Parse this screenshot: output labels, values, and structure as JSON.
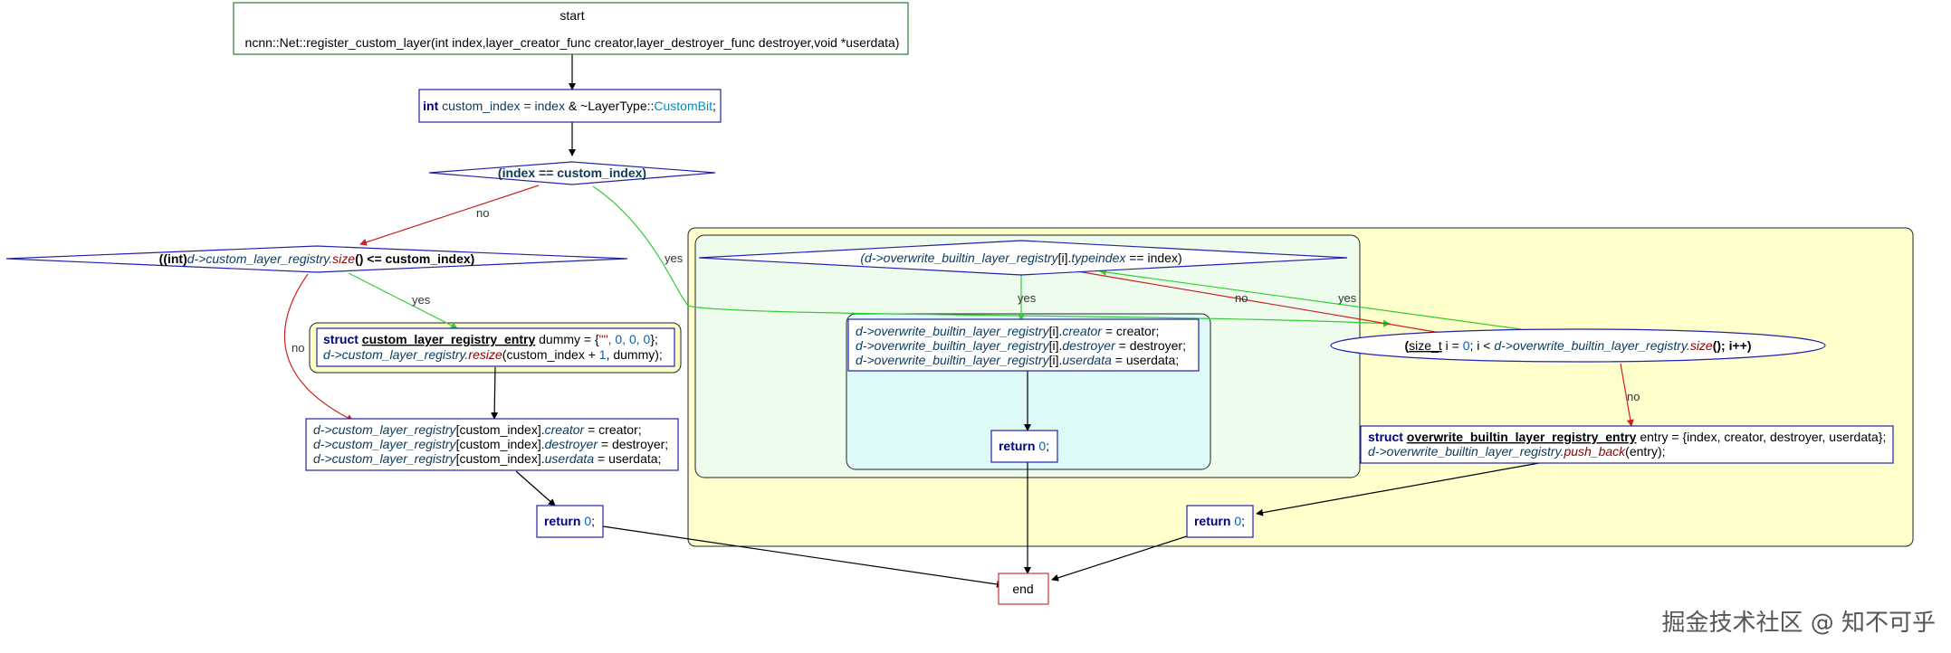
{
  "nodes": {
    "start": {
      "line1": "start",
      "line2": "ncnn::Net::register_custom_layer(int index,layer_creator_func creator,layer_destroyer_func destroyer,void *userdata)"
    },
    "custom_index": {
      "kw": "int",
      "a": "custom_index = ",
      "b": "index",
      "c": " & ~LayerType::",
      "d": "CustomBit",
      "e": ";"
    },
    "cond_equal": {
      "text": "(index == custom_index)"
    },
    "cond_size": {
      "a": "((int)",
      "b": "d->custom_layer_registry.",
      "c": "size",
      "d": "() <= custom_index)"
    },
    "resize": {
      "line1": {
        "kw": "struct",
        "typ": "custom_layer_registry_entry",
        "rest": " dummy = {",
        "str": "\"\"",
        "nums": ", 0, 0, 0",
        "end": "};"
      },
      "line2": {
        "var": "d->custom_layer_registry.",
        "fn": "resize",
        "rest": "(custom_index + ",
        "num": "1",
        "end": ", dummy);"
      }
    },
    "assign_custom": {
      "l1": {
        "var": "d->custom_layer_registry",
        "mid": "[custom_index].",
        "field": "creator",
        "rest": " = creator;"
      },
      "l2": {
        "var": "d->custom_layer_registry",
        "mid": "[custom_index].",
        "field": "destroyer",
        "rest": " = destroyer;"
      },
      "l3": {
        "var": "d->custom_layer_registry",
        "mid": "[custom_index].",
        "field": "userdata",
        "rest": " = userdata;"
      }
    },
    "return_left": {
      "kw": "return",
      "num": " 0",
      "end": ";"
    },
    "end": {
      "text": "end"
    },
    "cond_typeindex": {
      "var": "(d->overwrite_builtin_layer_registry",
      "mid": "[i].",
      "field": "typeindex",
      "rest": " == index)"
    },
    "assign_builtin": {
      "l1": {
        "var": "d->overwrite_builtin_layer_registry",
        "mid": "[i].",
        "field": "creator",
        "rest": " = creator;"
      },
      "l2": {
        "var": "d->overwrite_builtin_layer_registry",
        "mid": "[i].",
        "field": "destroyer",
        "rest": " = destroyer;"
      },
      "l3": {
        "var": "d->overwrite_builtin_layer_registry",
        "mid": "[i].",
        "field": "userdata",
        "rest": " = userdata;"
      }
    },
    "return_inner": {
      "kw": "return",
      "num": " 0",
      "end": ";"
    },
    "loop": {
      "a": "(",
      "typ": "size_t",
      "b": " i = ",
      "num": "0",
      "c": "; i < ",
      "var": "d->overwrite_builtin_layer_registry.",
      "fn": "size",
      "d": "(); i++)"
    },
    "push_entry": {
      "l1": {
        "kw": "struct",
        "typ": "overwrite_builtin_layer_registry_entry",
        "rest": " entry = {index, creator, destroyer, userdata};"
      },
      "l2": {
        "var": "d->overwrite_builtin_layer_registry.",
        "fn": "push_back",
        "rest": "(entry);"
      }
    },
    "return_right": {
      "kw": "return",
      "num": " 0",
      "end": ";"
    }
  },
  "edge_labels": {
    "no": "no",
    "yes": "yes"
  },
  "watermark": "掘金技术社区 @ 知不可乎",
  "colors": {
    "yes_edge": "#33cc33",
    "no_edge": "#cc2222",
    "node_border": "#2222aa",
    "start_border": "#2e7d32",
    "end_border": "#cc3333",
    "outer_cluster": "#ffffcc",
    "mid_cluster": "#eefced",
    "inner_cluster": "#ddfaf8"
  }
}
